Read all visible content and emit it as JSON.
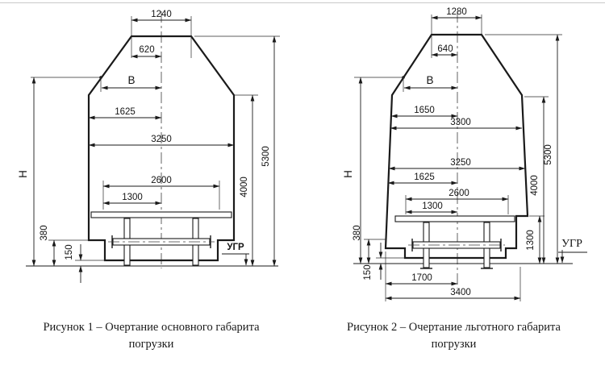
{
  "page": {
    "background": "#ffffff",
    "line_color": "#1a1a1a",
    "top_border_color": "#cacaca"
  },
  "figure1": {
    "caption_line1": "Рисунок 1 – Очертание основного габарита",
    "caption_line2": "погрузки",
    "dims": {
      "top_width": "1240",
      "top_half_width": "620",
      "width_var": "В",
      "mid_half_width": "1625",
      "full_width": "3250",
      "platform_width": "2600",
      "platform_half_width": "1300",
      "height_var": "Н",
      "ledge_height": "380",
      "skirt_clearance": "150",
      "side_height": "4000",
      "total_height": "5300",
      "rail_level": "УГР"
    }
  },
  "figure2": {
    "caption_line1": "Рисунок 2 – Очертание льготного габарита",
    "caption_line2": "погрузки",
    "dims": {
      "top_width": "1280",
      "top_half_width": "640",
      "width_var": "В",
      "upper_half_width": "1650",
      "upper_width": "3300",
      "mid_width": "3250",
      "mid_half_width": "1625",
      "platform_width": "2600",
      "platform_half_width": "1300",
      "height_var": "Н",
      "ledge_height": "380",
      "skirt_clearance": "150",
      "step_height": "1300",
      "bottom_half_width": "1700",
      "bottom_width": "3400",
      "side_height": "4000",
      "total_height": "5300",
      "rail_level": "УГР"
    }
  }
}
